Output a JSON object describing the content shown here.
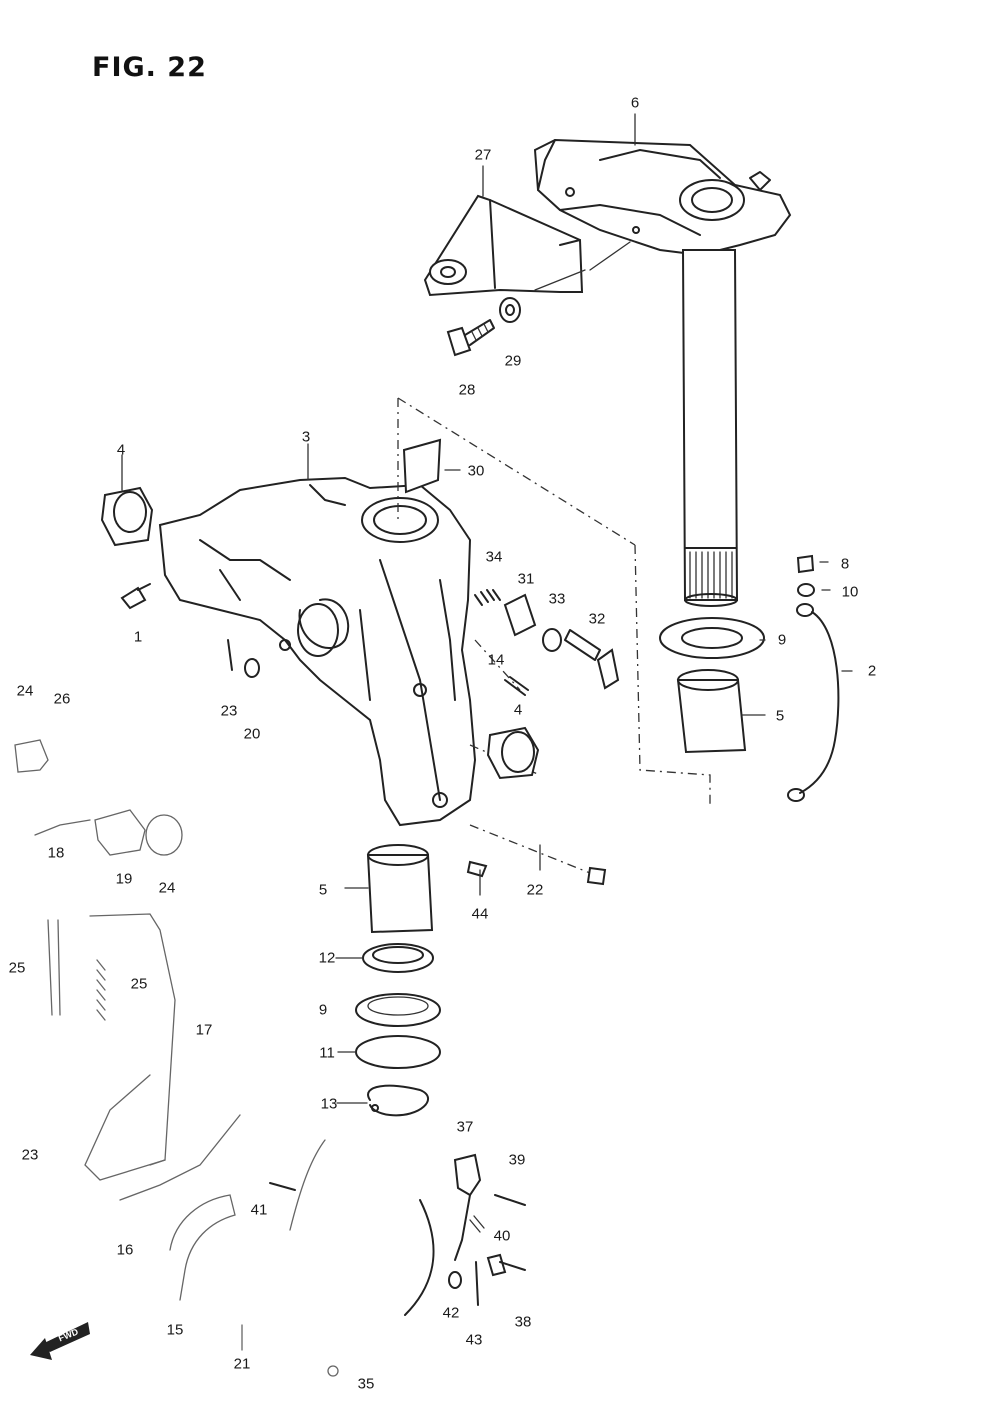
{
  "figure": {
    "title": "FIG. 22"
  },
  "callouts": {
    "c1": "1",
    "c2": "2",
    "c3": "3",
    "c4a": "4",
    "c4b": "4",
    "c5a": "5",
    "c5b": "5",
    "c6": "6",
    "c8": "8",
    "c9a": "9",
    "c9b": "9",
    "c10": "10",
    "c11": "11",
    "c12": "12",
    "c13": "13",
    "c14": "14",
    "c15": "15",
    "c16": "16",
    "c17": "17",
    "c18": "18",
    "c19": "19",
    "c20": "20",
    "c21": "21",
    "c22": "22",
    "c23a": "23",
    "c23b": "23",
    "c24a": "24",
    "c24b": "24",
    "c25a": "25",
    "c25b": "25",
    "c26": "26",
    "c27": "27",
    "c28": "28",
    "c29": "29",
    "c30": "30",
    "c31": "31",
    "c32": "32",
    "c33": "33",
    "c34": "34",
    "c35": "35",
    "c37": "37",
    "c38": "38",
    "c39": "39",
    "c40": "40",
    "c41": "41",
    "c42": "42",
    "c43": "43",
    "c44": "44"
  },
  "fwd_marker": {
    "label": "FWD"
  }
}
